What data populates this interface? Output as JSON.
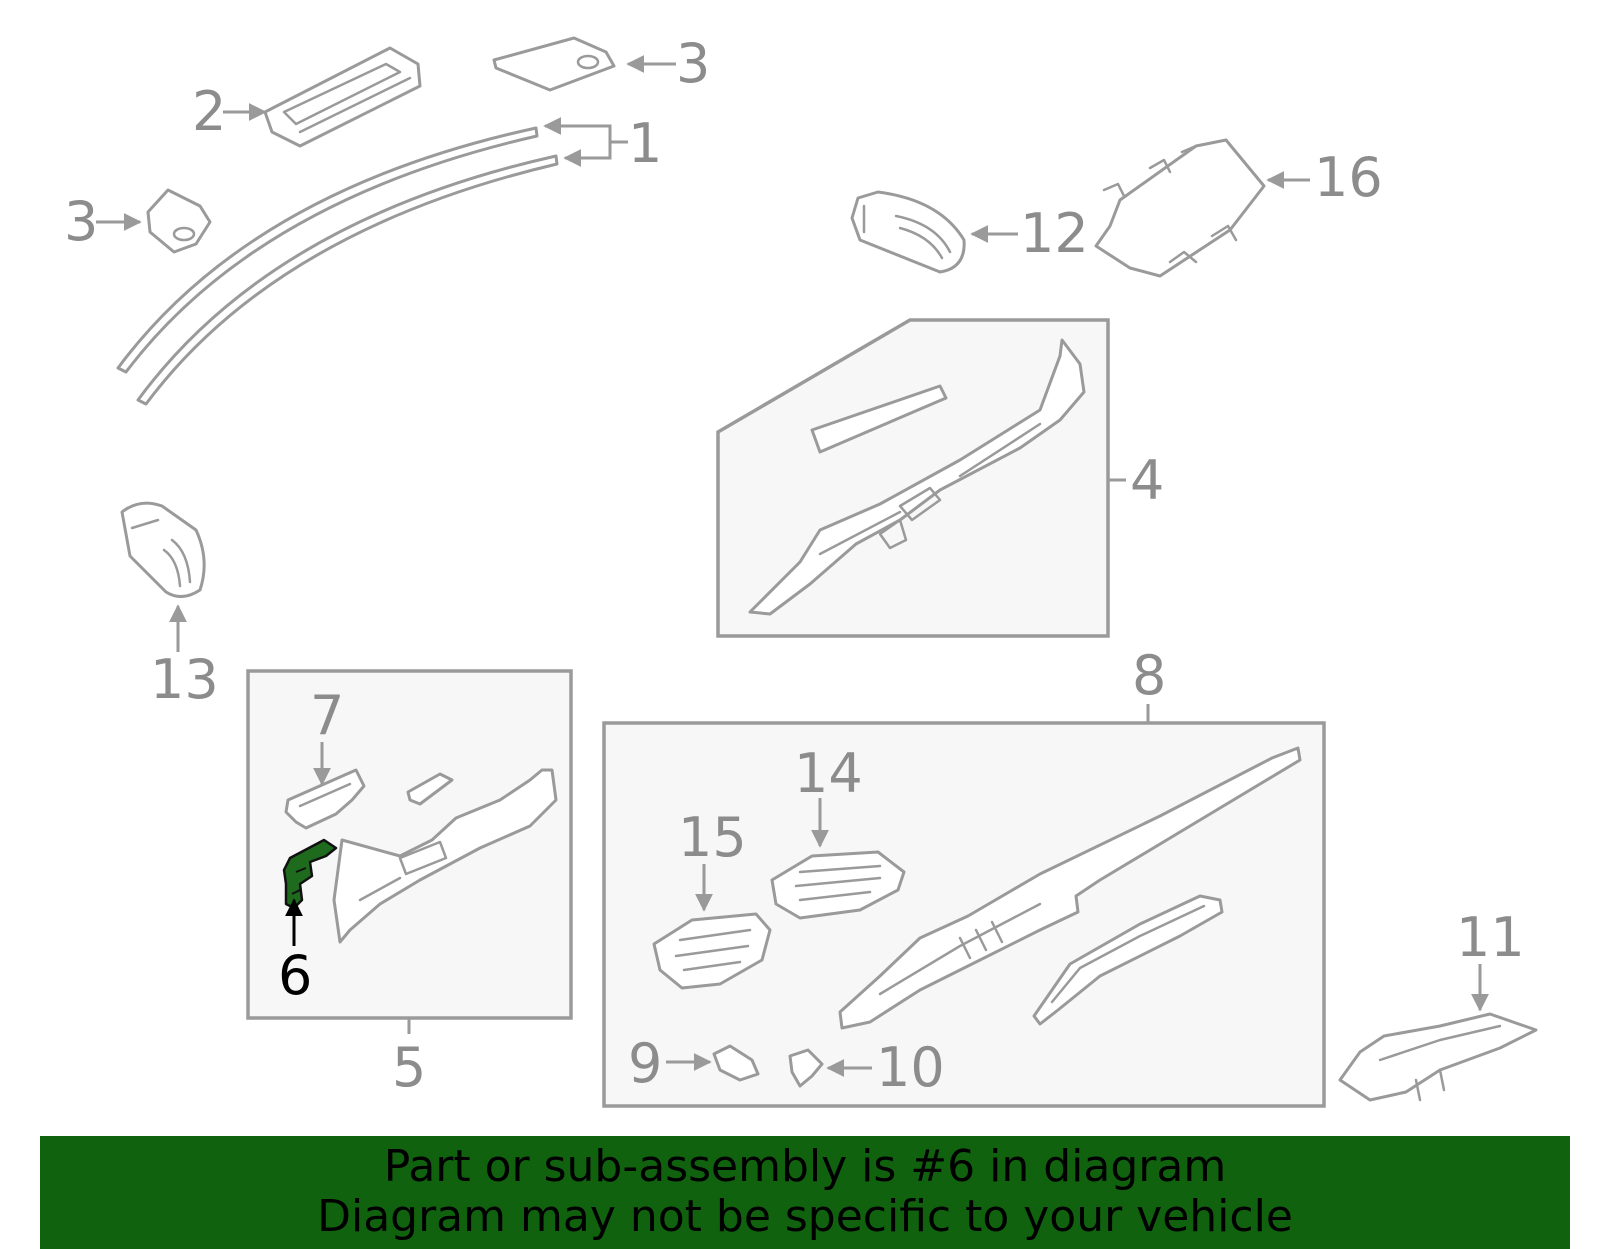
{
  "callouts": {
    "c1": "1",
    "c2": "2",
    "c3a": "3",
    "c3b": "3",
    "c4": "4",
    "c5": "5",
    "c6": "6",
    "c7": "7",
    "c8": "8",
    "c9": "9",
    "c10": "10",
    "c11": "11",
    "c12": "12",
    "c13": "13",
    "c14": "14",
    "c15": "15",
    "c16": "16"
  },
  "highlight": {
    "part_number": "6",
    "color": "#10620e"
  },
  "banner": {
    "line1": "Part or sub-assembly is #6 in diagram",
    "line2": "Diagram may not be specific to your vehicle",
    "background": "#10620e"
  }
}
